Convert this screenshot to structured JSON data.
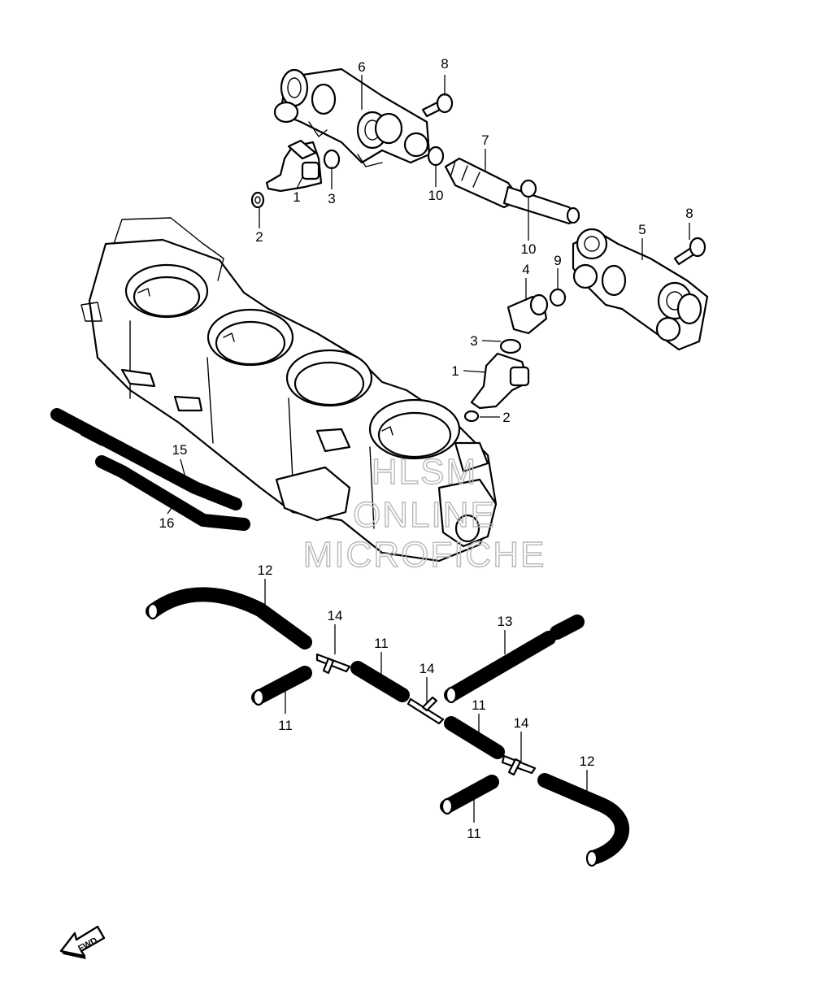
{
  "diagram": {
    "callouts": [
      {
        "id": "c8a",
        "label": "8"
      },
      {
        "id": "c6",
        "label": "6"
      },
      {
        "id": "c7",
        "label": "7"
      },
      {
        "id": "c3a",
        "label": "3"
      },
      {
        "id": "c1a",
        "label": "1"
      },
      {
        "id": "c2a",
        "label": "2"
      },
      {
        "id": "c10a",
        "label": "10"
      },
      {
        "id": "c10b",
        "label": "10"
      },
      {
        "id": "c8b",
        "label": "8"
      },
      {
        "id": "c5",
        "label": "5"
      },
      {
        "id": "c9",
        "label": "9"
      },
      {
        "id": "c4",
        "label": "4"
      },
      {
        "id": "c3b",
        "label": "3"
      },
      {
        "id": "c1b",
        "label": "1"
      },
      {
        "id": "c2b",
        "label": "2"
      },
      {
        "id": "c15",
        "label": "15"
      },
      {
        "id": "c16",
        "label": "16"
      },
      {
        "id": "c12a",
        "label": "12"
      },
      {
        "id": "c14a",
        "label": "14"
      },
      {
        "id": "c11a",
        "label": "11"
      },
      {
        "id": "c13",
        "label": "13"
      },
      {
        "id": "c14b",
        "label": "14"
      },
      {
        "id": "c11b",
        "label": "11"
      },
      {
        "id": "c11c",
        "label": "11"
      },
      {
        "id": "c14c",
        "label": "14"
      },
      {
        "id": "c12b",
        "label": "12"
      },
      {
        "id": "c11d",
        "label": "11"
      }
    ],
    "watermark": {
      "line1": "HLSM",
      "line2": "ONLINE",
      "line3": "MICROFICHE"
    },
    "direction_arrow": {
      "label": "FWD",
      "icon": "fwd-arrow-icon"
    }
  }
}
